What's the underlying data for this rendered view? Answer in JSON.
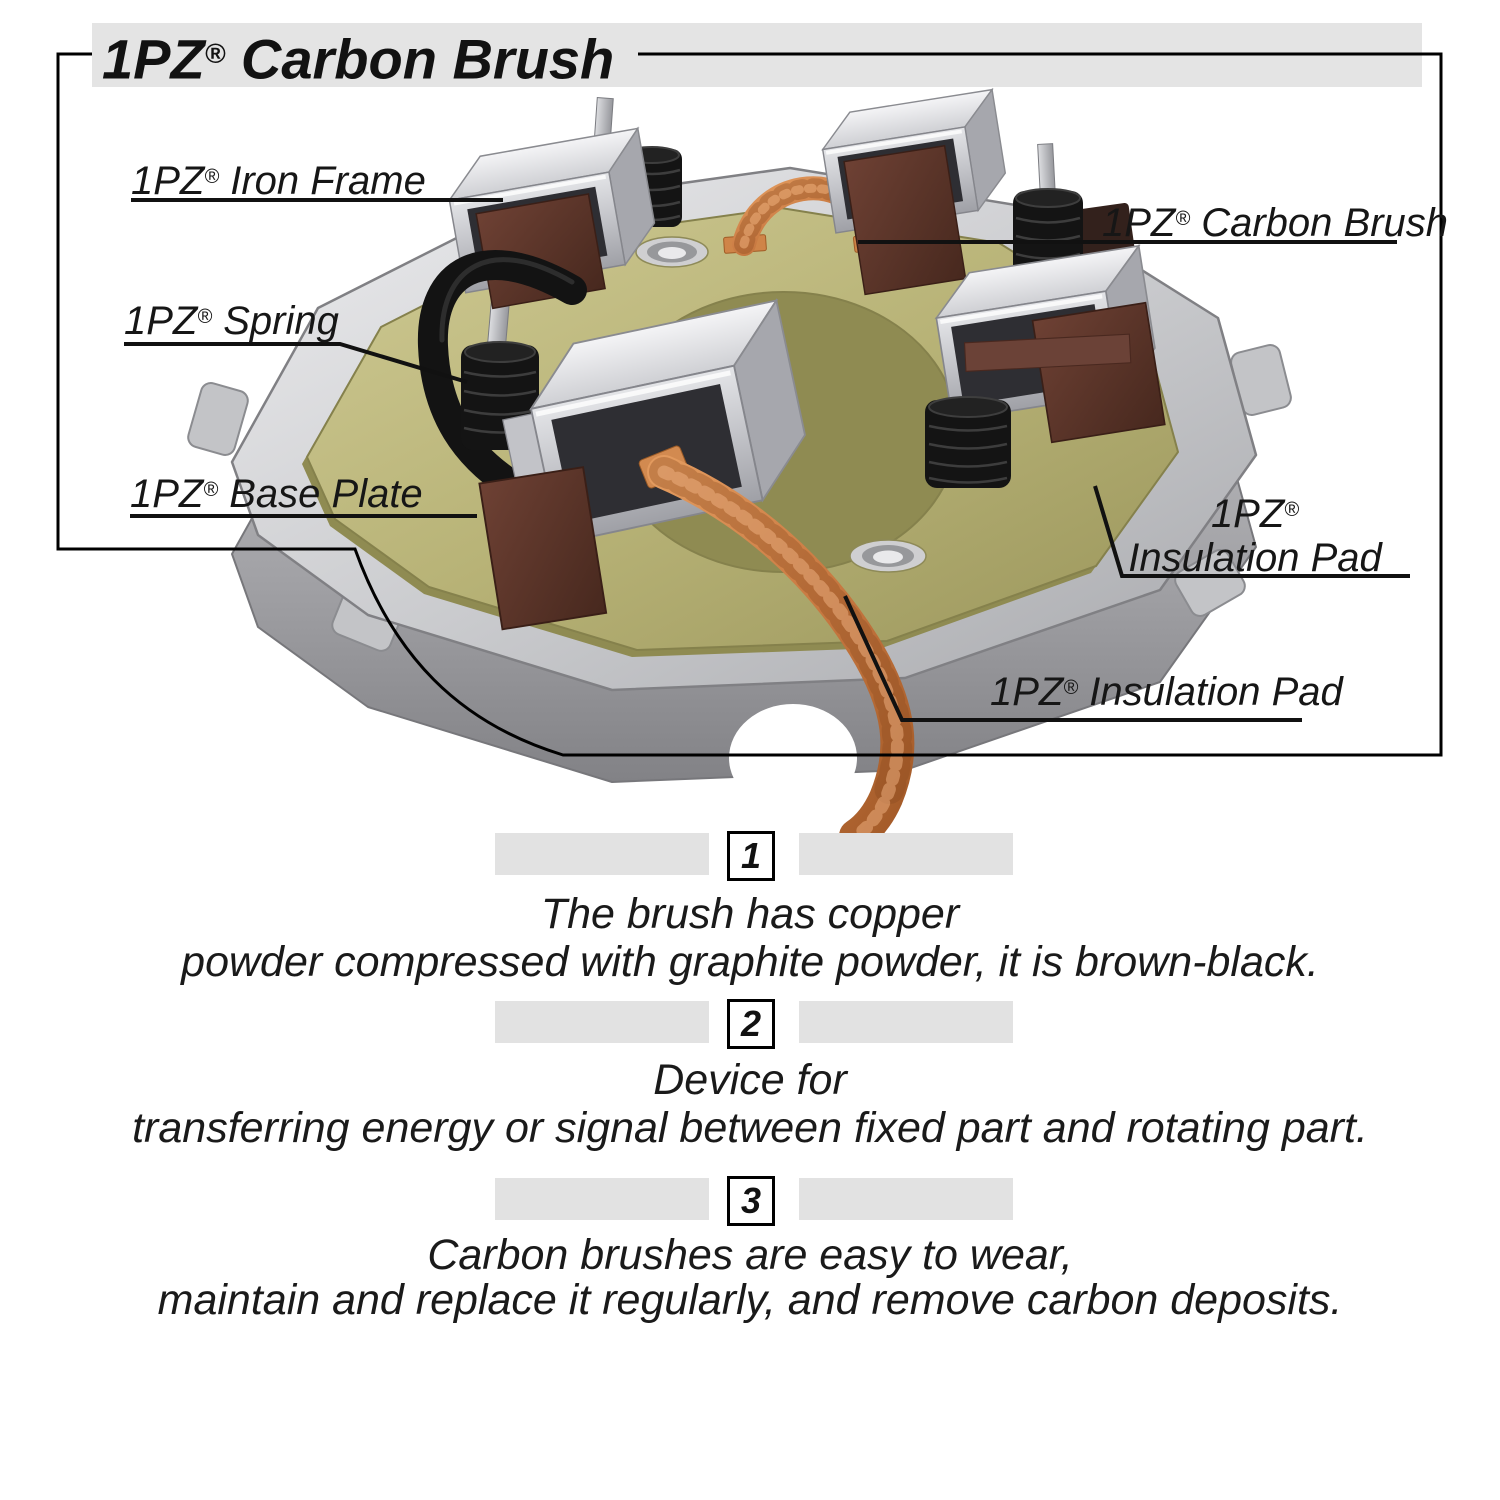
{
  "title": {
    "brand": "1PZ",
    "reg": "®",
    "rest": " Carbon Brush"
  },
  "diagram": {
    "labels": {
      "iron_frame": {
        "brand": "1PZ",
        "reg": "®",
        "name": " Iron Frame"
      },
      "carbon_brush": {
        "brand": "1PZ",
        "reg": "®",
        "name": " Carbon Brush"
      },
      "spring": {
        "brand": "1PZ",
        "reg": "®",
        "name": " Spring"
      },
      "base_plate": {
        "brand": "1PZ",
        "reg": "®",
        "name": " Base Plate"
      },
      "insulation_pad_right": {
        "brand": "1PZ",
        "reg": "®",
        "name": "Insulation Pad"
      },
      "insulation_pad_bottom": {
        "brand": "1PZ",
        "reg": "®",
        "name": " Insulation Pad"
      }
    },
    "colors": {
      "title_bar": "#e4e4e4",
      "base_plate_metal": "#c6c7ca",
      "insulation_pad": "#b8b377",
      "carbon_brush": "#5a352b",
      "copper_wire": "#c97a42",
      "spring_black": "#161616"
    }
  },
  "steps": [
    {
      "num": "1",
      "line1": "The brush has copper",
      "line2": "powder compressed with graphite powder, it is brown-black."
    },
    {
      "num": "2",
      "line1": "Device for",
      "line2": "transferring energy or signal between fixed part and rotating part."
    },
    {
      "num": "3",
      "line1": "Carbon brushes are easy to wear,",
      "line2": "maintain and replace it regularly, and remove carbon deposits."
    }
  ]
}
